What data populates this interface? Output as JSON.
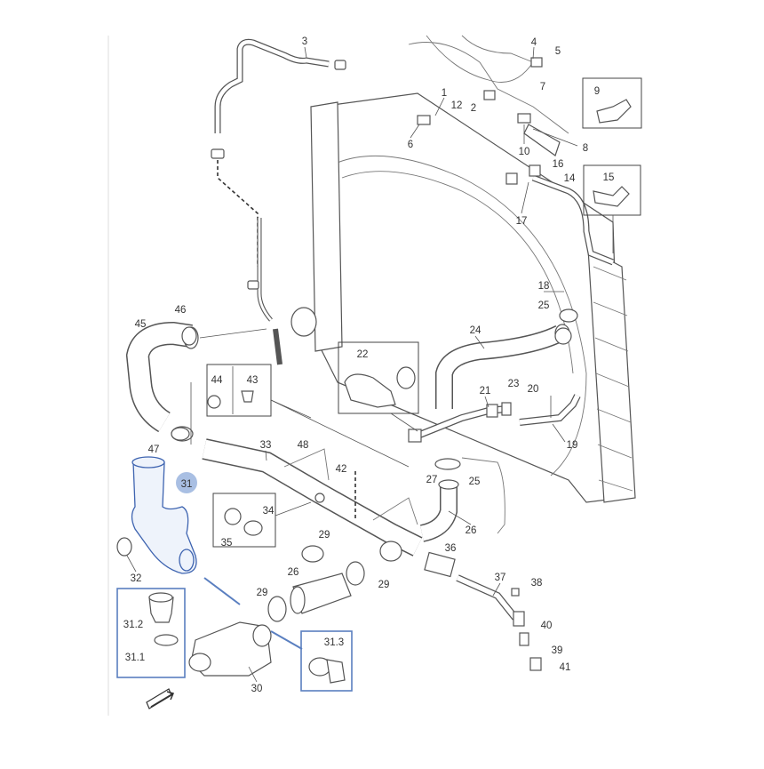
{
  "diagram": {
    "highlight_color": "#3d63b0",
    "highlight_badge_color": "#a9bfe3",
    "labels": {
      "l1": "1",
      "l2": "2",
      "l3": "3",
      "l4": "4",
      "l5": "5",
      "l6": "6",
      "l7": "7",
      "l8": "8",
      "l9": "9",
      "l10": "10",
      "l12": "12",
      "l14": "14",
      "l15": "15",
      "l16": "16",
      "l17": "17",
      "l18": "18",
      "l19": "19",
      "l20": "20",
      "l21": "21",
      "l22": "22",
      "l23": "23",
      "l24": "24",
      "l25a": "25",
      "l25b": "25",
      "l26a": "26",
      "l26b": "26",
      "l27": "27",
      "l29a": "29",
      "l29b": "29",
      "l29c": "29",
      "l30": "30",
      "l31": "31",
      "l31_1": "31.1",
      "l31_2": "31.2",
      "l31_3": "31.3",
      "l32": "32",
      "l33": "33",
      "l34": "34",
      "l35": "35",
      "l36": "36",
      "l37": "37",
      "l38": "38",
      "l39": "39",
      "l40": "40",
      "l41": "41",
      "l42": "42",
      "l43": "43",
      "l44": "44",
      "l45": "45",
      "l46": "46",
      "l47": "47",
      "l48": "48"
    }
  }
}
